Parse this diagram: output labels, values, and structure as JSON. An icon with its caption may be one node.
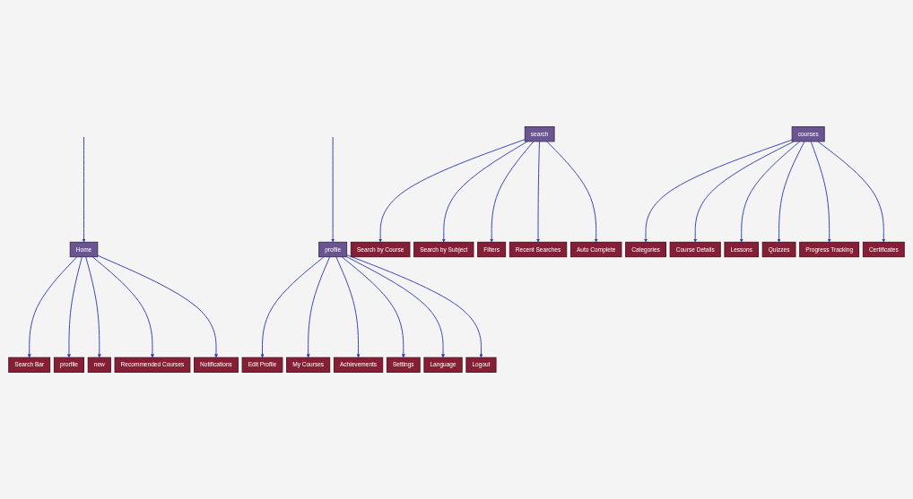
{
  "diagram": {
    "nodes": [
      {
        "text": [
          "Home"
        ]
      },
      {
        "text": [
          "search"
        ]
      },
      {
        "text": [
          "courses"
        ]
      },
      {
        "text": [
          "profile"
        ]
      },
      {
        "text": [
          "Search Bar"
        ]
      },
      {
        "text": [
          "prorfile"
        ]
      },
      {
        "text": [
          "new"
        ]
      },
      {
        "text": [
          "Recommended Courses"
        ]
      },
      {
        "text": [
          "Notifications"
        ]
      },
      {
        "text": [
          "Search by Course"
        ]
      },
      {
        "text": [
          "Search by Subject"
        ]
      },
      {
        "text": [
          "Filters"
        ]
      },
      {
        "text": [
          "Recent Searches"
        ]
      },
      {
        "text": [
          "Auto Complete"
        ]
      },
      {
        "text": [
          "Categories"
        ]
      },
      {
        "text": [
          "Course Details"
        ]
      },
      {
        "text": [
          "Lessons"
        ]
      },
      {
        "text": [
          "Quizzes"
        ]
      },
      {
        "text": [
          "Progress Tracking"
        ]
      },
      {
        "text": [
          "Certificates"
        ]
      },
      {
        "text": [
          "Edit Profile"
        ]
      },
      {
        "text": [
          "My Courses"
        ]
      },
      {
        "text": [
          "Achievements"
        ]
      },
      {
        "text": [
          "Settings"
        ]
      },
      {
        "text": [
          "Language"
        ]
      },
      {
        "text": [
          "Logout"
        ]
      }
    ],
    "edges": [
      {
        "from": null,
        "to": 0,
        "arrow": "to"
      },
      {
        "from": null,
        "to": 3,
        "arrow": "to"
      },
      {
        "from": 0,
        "to": 4,
        "arrow": "to"
      },
      {
        "from": 0,
        "to": 5,
        "arrow": "to"
      },
      {
        "from": 0,
        "to": 6,
        "arrow": "to"
      },
      {
        "from": 0,
        "to": 7,
        "arrow": "to"
      },
      {
        "from": 0,
        "to": 8,
        "arrow": "to"
      },
      {
        "from": 1,
        "to": 9,
        "arrow": "to"
      },
      {
        "from": 1,
        "to": 10,
        "arrow": "to"
      },
      {
        "from": 1,
        "to": 11,
        "arrow": "to"
      },
      {
        "from": 1,
        "to": 12,
        "arrow": "to"
      },
      {
        "from": 1,
        "to": 13,
        "arrow": "to"
      },
      {
        "from": 2,
        "to": 14,
        "arrow": "to"
      },
      {
        "from": 2,
        "to": 15,
        "arrow": "to"
      },
      {
        "from": 2,
        "to": 16,
        "arrow": "to"
      },
      {
        "from": 2,
        "to": 17,
        "arrow": "to"
      },
      {
        "from": 2,
        "to": 18,
        "arrow": "to"
      },
      {
        "from": 2,
        "to": 19,
        "arrow": "to"
      },
      {
        "from": 3,
        "to": 20,
        "arrow": "to"
      },
      {
        "from": 3,
        "to": 21,
        "arrow": "to"
      },
      {
        "from": 3,
        "to": 22,
        "arrow": "to"
      },
      {
        "from": 3,
        "to": 23,
        "arrow": "to"
      },
      {
        "from": 3,
        "to": 24,
        "arrow": "to"
      },
      {
        "from": 3,
        "to": 25,
        "arrow": "to"
      }
    ]
  }
}
